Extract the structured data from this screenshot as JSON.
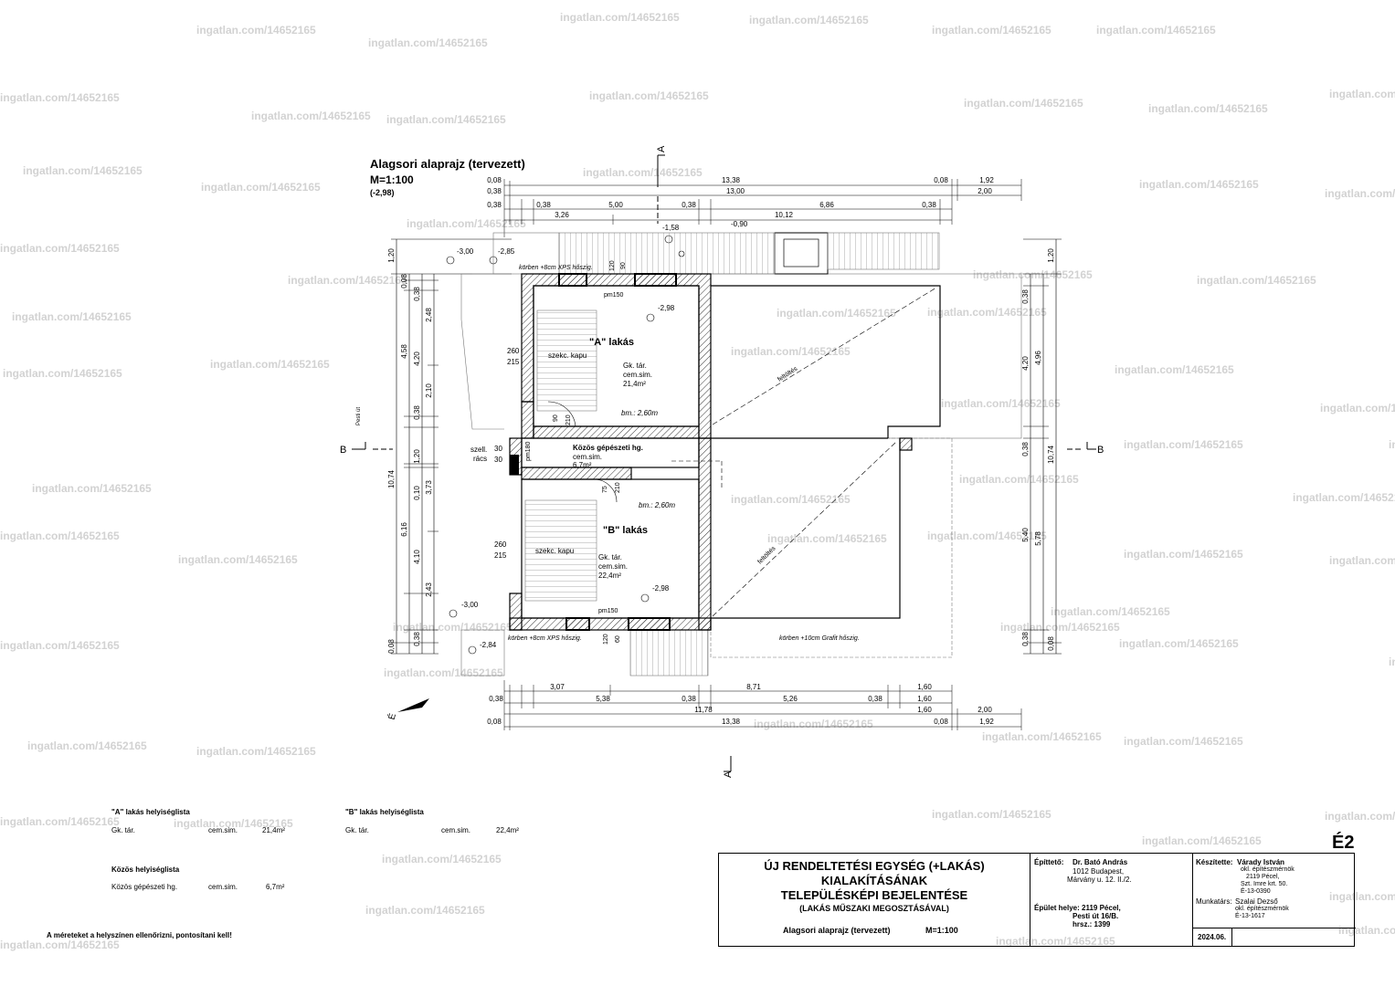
{
  "drawing": {
    "title": "Alagsori alaprajz (tervezett)",
    "scale": "M=1:100",
    "level": "(-2,98)",
    "sheet_no": "É2",
    "north_label": "É",
    "check_note": "A méreteket a helyszínen ellenőrizni, pontosítani kell!",
    "watermark": "ingatlan.com/14652165"
  },
  "plan": {
    "section_a": "A",
    "section_b": "B",
    "unit_a": "\"A\" lakás",
    "unit_b": "\"B\" lakás",
    "room_a_name": "Gk. tár.",
    "room_a_floor": "cem.sim.",
    "room_a_area": "21,4m²",
    "room_a_height": "bm.: 2,60m",
    "room_b_name": "Gk. tár.",
    "room_b_floor": "cem.sim.",
    "room_b_area": "22,4m²",
    "room_b_height": "bm.: 2,60m",
    "common_name": "Közös gépészeti hg.",
    "common_floor": "cem.sim.",
    "common_area": "6,7m²",
    "gate_label": "szekc. kapu",
    "grille_label_1": "szell.",
    "grille_label_2": "rács",
    "street_label": "Pesti út",
    "fill_label": "feltöltés",
    "insul_xps_top": "körben +8cm XPS hőszig.",
    "insul_xps_bottom": "körben +8cm XPS hőszig.",
    "insul_grafit": "körben +10cm Grafit hőszig.",
    "pm150": "pm150",
    "pm180": "pm180",
    "lvl_300": "-3,00",
    "lvl_285": "-2,85",
    "lvl_158": "-1,58",
    "lvl_090": "-0,90",
    "lvl_298": "-2,98",
    "lvl_284": "-2,84",
    "d_260": "260",
    "d_215": "215",
    "d_120": "120",
    "d_90": "90",
    "d_210": "210",
    "d_75": "75",
    "d_60": "60",
    "d_30": "30"
  },
  "dims_top": {
    "r1": [
      "0,08",
      "13,38",
      "0,08",
      "1,92"
    ],
    "r2": [
      "0,38",
      "13,00",
      "2,00"
    ],
    "r3": [
      "0,38",
      "0,38",
      "5,00",
      "0,38",
      "6,86",
      "0,38"
    ],
    "r4": [
      "3,26",
      "10,12"
    ]
  },
  "dims_bottom": {
    "r1": [
      "3,07",
      "8,71",
      "1,60"
    ],
    "r2": [
      "0,38",
      "5,38",
      "0,38",
      "5,26",
      "0,38",
      "1,60"
    ],
    "r3": [
      "11,78",
      "1,60",
      "2,00"
    ],
    "r4": [
      "0,08",
      "13,38",
      "0,08",
      "1,92"
    ]
  },
  "dims_left": {
    "c1": [
      "1,20",
      "10,74",
      "0,08"
    ],
    "c2": [
      "0,08",
      "4,58",
      "6,16"
    ],
    "c3": [
      "0,38",
      "4,20",
      "0,38",
      "1,20",
      "0,10",
      "4,10",
      "0,38"
    ],
    "c4": [
      "2,48",
      "2,10",
      "3,73",
      "2,43"
    ]
  },
  "dims_right": {
    "c1": [
      "0,38",
      "4,20",
      "0,38",
      "5,40",
      "0,38"
    ],
    "c2": [
      "4,96",
      "5,78"
    ],
    "c3": [
      "1,20",
      "10,74",
      "0,08"
    ]
  },
  "schedule": {
    "a_title": "\"A\" lakás helyiséglista",
    "a_row": [
      "Gk. tár.",
      "cem.sim.",
      "21,4m²"
    ],
    "b_title": "\"B\" lakás helyiséglista",
    "b_row": [
      "Gk. tár.",
      "cem.sim.",
      "22,4m²"
    ],
    "c_title": "Közös helyiséglista",
    "c_row": [
      "Közös gépészeti hg.",
      "cem.sim.",
      "6,7m²"
    ]
  },
  "titleblock": {
    "project_1": "ÚJ RENDELTETÉSI EGYSÉG (+LAKÁS)",
    "project_2": "KIALAKÍTÁSÁNAK",
    "project_3": "TELEPÜLÉSKÉPI BEJELENTÉSE",
    "project_4": "(LAKÁS MŰSZAKI MEGOSZTÁSÁVAL)",
    "sheet_title": "Alagsori alaprajz (tervezett)",
    "sheet_scale": "M=1:100",
    "builder_label": "Építtető:",
    "builder_name": "Dr. Bató András",
    "builder_addr1": "1012 Budapest,",
    "builder_addr2": "Márvány u. 12. II./2.",
    "site_label": "Épület helye:",
    "site_1": "2119 Pécel,",
    "site_2": "Pesti út 16/B.",
    "site_3": "hrsz.: 1399",
    "author_label": "Készítette:",
    "author_name": "Várady István",
    "author_title": "okl. építészmérnök",
    "author_addr1": "2119 Pécel,",
    "author_addr2": "Szt. Imre krt. 50.",
    "author_reg": "É-13-0390",
    "coauthor_label": "Munkatárs:",
    "coauthor_name": "Szalai Dezső",
    "coauthor_title": "okl. építészmérnök",
    "coauthor_reg": "É-13-1617",
    "date": "2024.06."
  }
}
